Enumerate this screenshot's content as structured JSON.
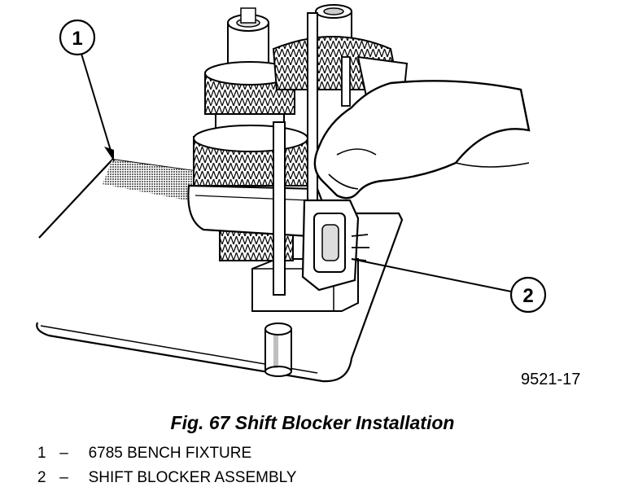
{
  "figure": {
    "id": "9521-17",
    "caption": "Fig. 67 Shift Blocker Installation"
  },
  "callouts": [
    {
      "number": "1",
      "label": "6785 BENCH FIXTURE"
    },
    {
      "number": "2",
      "label": "SHIFT BLOCKER ASSEMBLY"
    }
  ],
  "legend_separator": "–"
}
